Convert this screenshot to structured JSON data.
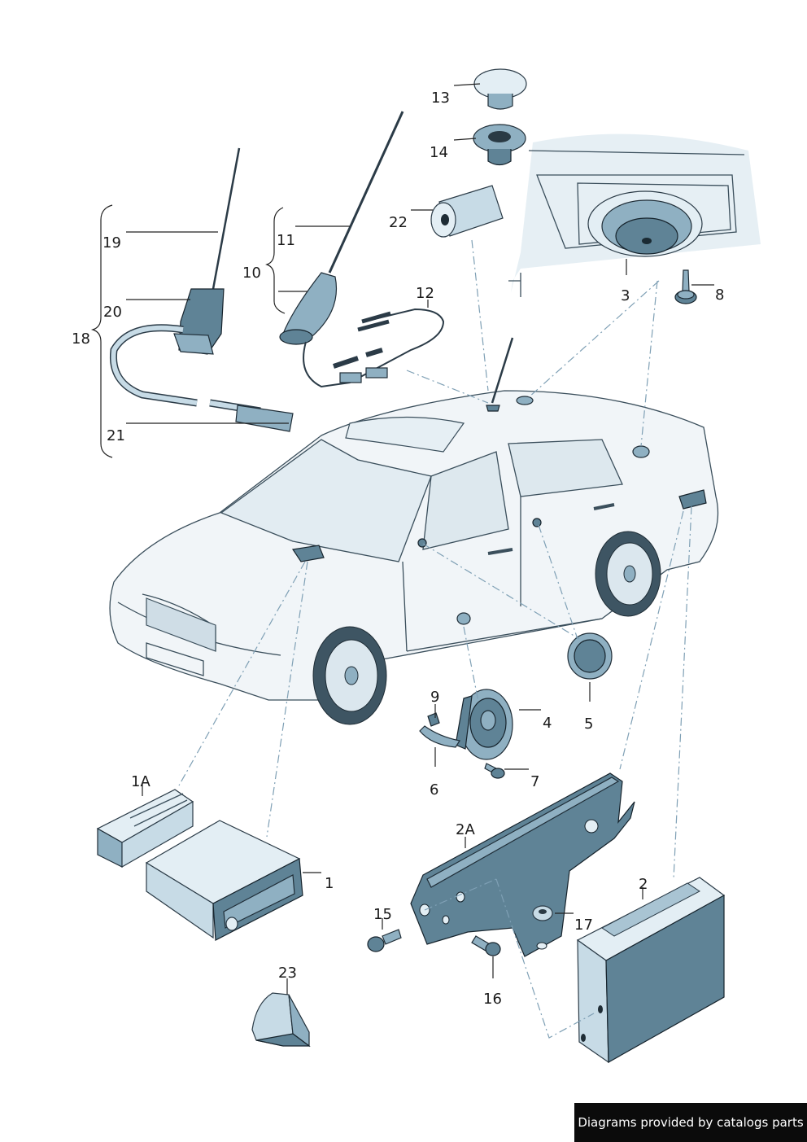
{
  "callouts": [
    {
      "id": "13",
      "label": "13"
    },
    {
      "id": "14",
      "label": "14"
    },
    {
      "id": "22",
      "label": "22"
    },
    {
      "id": "19",
      "label": "19"
    },
    {
      "id": "11",
      "label": "11"
    },
    {
      "id": "10",
      "label": "10"
    },
    {
      "id": "12",
      "label": "12"
    },
    {
      "id": "20",
      "label": "20"
    },
    {
      "id": "18",
      "label": "18"
    },
    {
      "id": "21",
      "label": "21"
    },
    {
      "id": "3",
      "label": "3"
    },
    {
      "id": "8",
      "label": "8"
    },
    {
      "id": "9",
      "label": "9"
    },
    {
      "id": "4",
      "label": "4"
    },
    {
      "id": "5",
      "label": "5"
    },
    {
      "id": "6",
      "label": "6"
    },
    {
      "id": "7",
      "label": "7"
    },
    {
      "id": "1A",
      "label": "1A"
    },
    {
      "id": "2A",
      "label": "2A"
    },
    {
      "id": "1",
      "label": "1"
    },
    {
      "id": "2",
      "label": "2"
    },
    {
      "id": "15",
      "label": "15"
    },
    {
      "id": "17",
      "label": "17"
    },
    {
      "id": "23",
      "label": "23"
    },
    {
      "id": "16",
      "label": "16"
    }
  ],
  "footer": {
    "credit": "Diagrams provided by catalogs parts"
  },
  "colors": {
    "part_fill": "#c7dbe6",
    "part_shade": "#8fb0c2",
    "part_deep": "#5f8396",
    "leader_dash": "#7fa0b5",
    "credit_bg": "#0b0b0b"
  }
}
